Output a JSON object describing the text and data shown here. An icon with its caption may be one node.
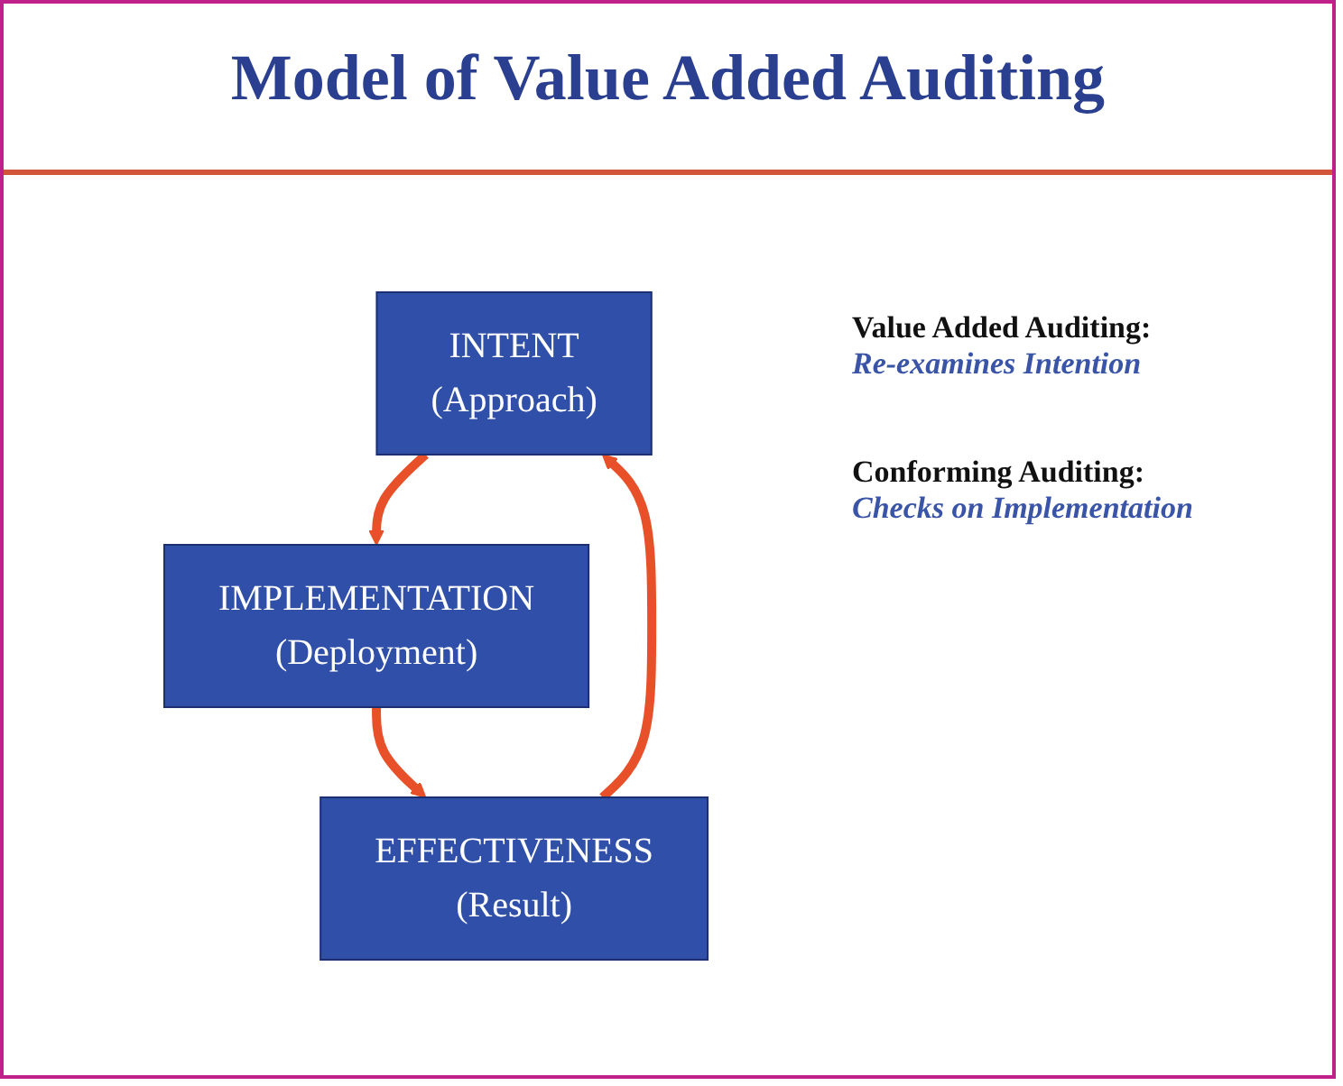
{
  "diagram": {
    "title": "Model of Value Added Auditing",
    "nodes": [
      {
        "text": [
          "INTENT",
          "(Approach)"
        ]
      },
      {
        "text": [
          "IMPLEMENTATION",
          "(Deployment)"
        ]
      },
      {
        "text": [
          "EFFECTIVENESS",
          "(Result)"
        ]
      }
    ],
    "edges": [
      {
        "from": 0,
        "to": 1,
        "arrow": "to"
      },
      {
        "from": 1,
        "to": 2,
        "arrow": "to"
      },
      {
        "from": 2,
        "to": 0,
        "arrow": "to"
      }
    ],
    "labels": [
      "Value Added Auditing:",
      "Re-examines Intention",
      "Conforming Auditing:",
      "Checks on Implementation"
    ]
  }
}
